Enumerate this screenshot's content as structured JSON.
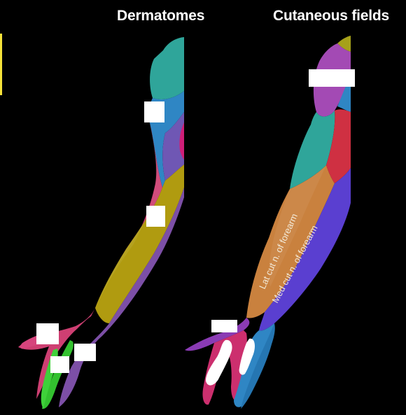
{
  "titles": {
    "dermatomes": "Dermatomes",
    "cutaneous": "Cutaneous fields"
  },
  "nerve_labels": {
    "lateral": "Lat cut n. of forearm",
    "medial": "Med cut n. of forearm"
  },
  "colors": {
    "background": "#000000",
    "teal": "#2fa59a",
    "violet": "#6f57b4",
    "magenta": "#ce3f72",
    "olive": "#b09b10",
    "blue": "#2f86c4",
    "green": "#33c12f",
    "dark_pink": "#cf1e78",
    "orange": "#c9813e",
    "indigo": "#5a3fd0",
    "purple_top": "#a34ab4",
    "red": "#cf3042",
    "pink_hand": "#cc2f6e",
    "yellow_olive": "#a6a11a",
    "edge_marker": "#f5e23a",
    "label_box": "#ffffff"
  }
}
